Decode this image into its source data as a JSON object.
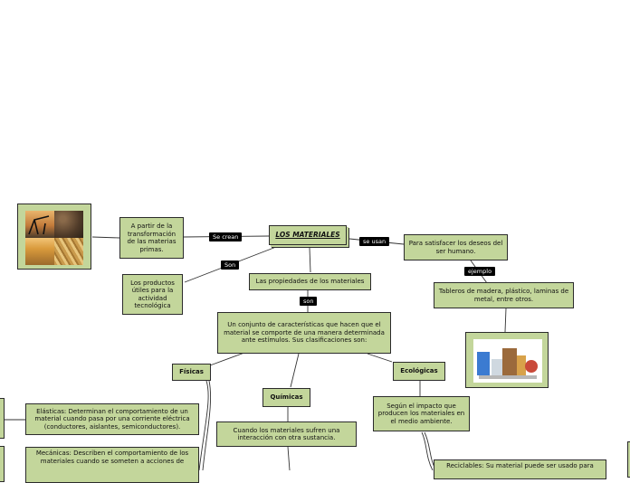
{
  "title": "LOS MATERIALES",
  "nodes": {
    "n_transform": "A partir de la transformación de las materias primas.",
    "n_productos": "Los productos útiles para la actividad tecnológica",
    "n_propiedades": "Las propiedades de los materiales",
    "n_conjunto": "Un conjunto de características que hacen que el material se comporte de una manera determinada ante estímulos. Sus clasificaciones son:",
    "n_fisicas": "Físicas",
    "n_quimicas": "Químicas",
    "n_ecologicas": "Ecológicas",
    "n_satisfacer": "Para satisfacer los deseos del ser humano.",
    "n_tableros": "Tableros de madera, plástico, laminas de metal, entre otros.",
    "n_elasticas": "Elásticas: Determinan el comportamiento de un material cuando pasa por una corriente eléctrica (conductores, aislantes, semiconductores).",
    "n_mecanicas": "Mecánicas: Describen el comportamiento de los materiales cuando se someten a acciones de",
    "n_sufren": "Cuando los materiales sufren una interacción con otra sustancia.",
    "n_impacto": "Según el impacto que producen los materiales en el medio ambiente.",
    "n_reciclables": "Reciclables: Su material puede ser usado para"
  },
  "labels": {
    "se_crean": "Se crean",
    "son_1": "Son",
    "se_usan": "se usan",
    "ejemplo": "ejemplo",
    "son_2": "son"
  },
  "colors": {
    "node_fill": "#c3d69b",
    "node_border": "#2b2b2b",
    "label_bg": "#000000",
    "label_text": "#ffffff",
    "link": "#333333"
  },
  "icons": {
    "left_image": "raw-materials-photo-icon",
    "right_image": "materials-products-photo-icon"
  }
}
